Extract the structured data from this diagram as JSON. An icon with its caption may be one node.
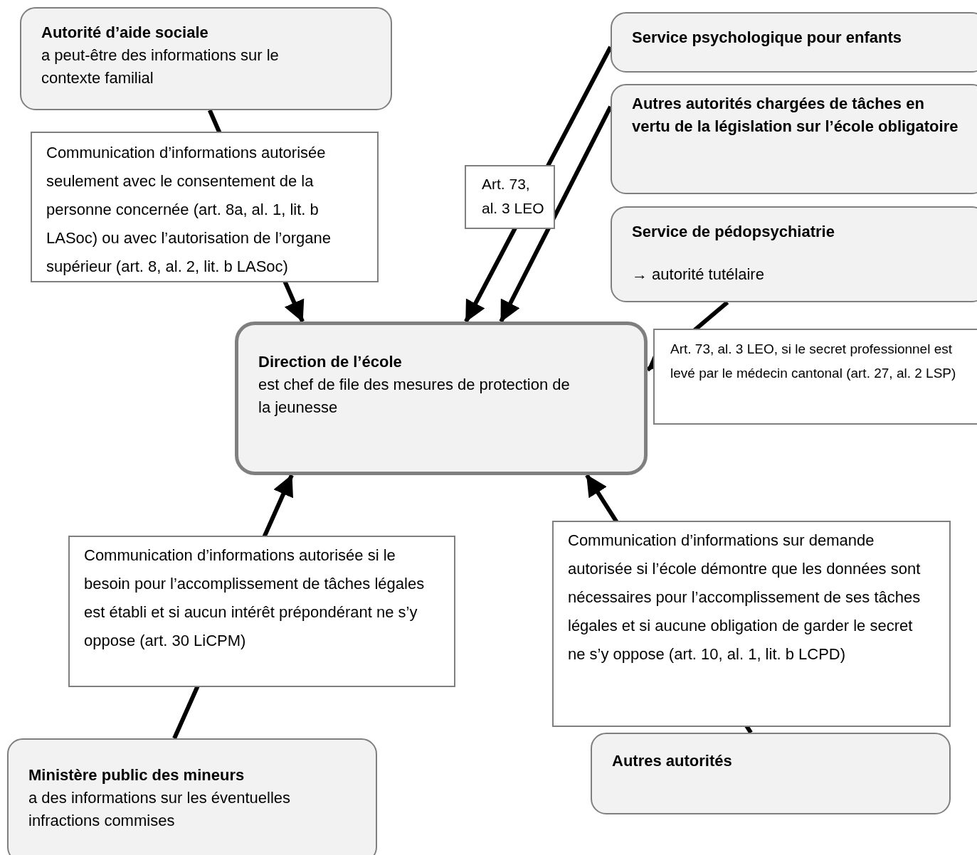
{
  "diagram": {
    "nodes": [
      {
        "text": [
          "Autorité d’aide sociale",
          "a peut-être des informations sur le contexte familial"
        ]
      },
      {
        "text": [
          "Service psychologique pour enfants"
        ]
      },
      {
        "text": [
          "Autres autorités chargées de tâches en vertu de la législation sur l’école obligatoire"
        ]
      },
      {
        "text": [
          "Service de pédopsychiatrie",
          "→ autorité tutélaire"
        ]
      },
      {
        "text": [
          "Direction de l’école",
          "est chef de file des mesures de protection de la jeunesse"
        ]
      },
      {
        "text": [
          "Ministère public des mineurs",
          "a des informations sur les éventuelles infractions commises"
        ]
      },
      {
        "text": [
          "Autres autorités"
        ]
      }
    ],
    "edges": [
      {
        "from": 0,
        "to": 4,
        "arrow": "to",
        "label": "Communication d’informations autorisée seulement avec le consentement de la personne concernée (art. 8a, al. 1, lit. b LASoc) ou avec l’autorisation de l’organe supérieur (art. 8, al. 2, lit. b LASoc)"
      },
      {
        "from": 1,
        "to": 4,
        "arrow": "to",
        "label": "Art. 73, al. 3 LEO"
      },
      {
        "from": 2,
        "to": 4,
        "arrow": "to"
      },
      {
        "from": 3,
        "to": 4,
        "arrow": "to",
        "label": "Art. 73, al. 3 LEO, si le secret professionnel est levé par le médecin cantonal (art. 27, al. 2 LSP)"
      },
      {
        "from": 5,
        "to": 4,
        "arrow": "to",
        "label": "Communication d’informations autorisée si le besoin pour l’accomplissement de tâches légales est établi et si aucun intérêt prépondérant ne s’y oppose (art. 30 LiCPM)"
      },
      {
        "from": 6,
        "to": 4,
        "arrow": "to",
        "label": "Communication d’informations sur demande autorisée si l’école démontre que les données sont nécessaires pour l’accomplissement de ses tâches légales et si aucune obligation de garder le secret ne s’y oppose (art. 10, al. 1, lit. b LCPD)"
      }
    ]
  }
}
